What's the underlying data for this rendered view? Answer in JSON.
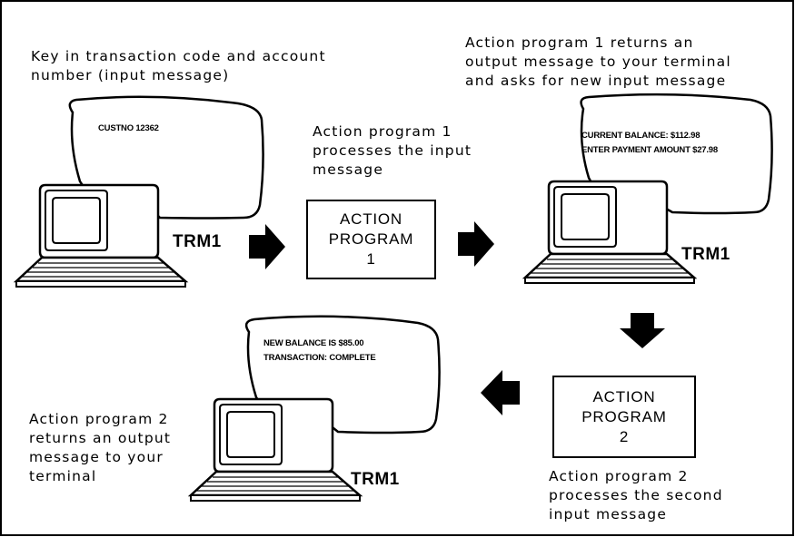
{
  "captions": {
    "step1": "Key in transaction code and account\nnumber (input message)",
    "step2": "Action program 1\nprocesses the input\nmessage",
    "step3": "Action program 1 returns an\noutput message to your terminal\nand asks for new input message",
    "step4": "Action program 2\nprocesses the second\ninput message",
    "step5": "Action program 2\nreturns an output\nmessage to your\nterminal"
  },
  "screens": {
    "terminal1": "CUSTNO 12362",
    "terminal2": "CURRENT BALANCE: $112.98\nENTER PAYMENT AMOUNT $27.98",
    "terminal3": "NEW BALANCE IS $85.00\nTRANSACTION: COMPLETE"
  },
  "terminals": {
    "t1_label": "TRM1",
    "t2_label": "TRM1",
    "t3_label": "TRM1"
  },
  "programs": {
    "p1": {
      "line1": "ACTION",
      "line2": "PROGRAM",
      "line3": "1"
    },
    "p2": {
      "line1": "ACTION",
      "line2": "PROGRAM",
      "line3": "2"
    }
  },
  "colors": {
    "ink": "#000000",
    "paper": "#ffffff"
  }
}
